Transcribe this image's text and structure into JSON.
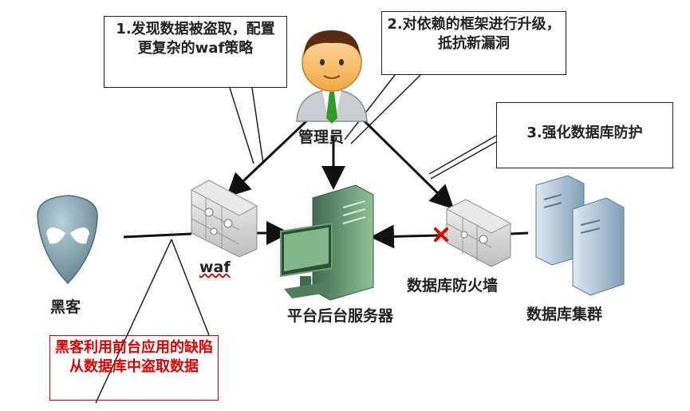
{
  "callouts": {
    "step1": "1.发现数据被盗取，配置更复杂的waf策略",
    "step2": "2.对依赖的框架进行升级，抵抗新漏洞",
    "step3": "3.强化数据库防护",
    "attack": "黑客利用前台应用的缺陷从数据库中盗取数据"
  },
  "nodes": {
    "admin": "管理员",
    "hacker": "黑客",
    "waf": "waf",
    "server": "平台后台服务器",
    "db_firewall": "数据库防火墙",
    "db_cluster": "数据库集群"
  },
  "colors": {
    "attack": "#e00000",
    "arrow": "#111111",
    "shirt": "#2f9a2a",
    "server": "#5f8f6b",
    "db": "#7f9fb8",
    "alien": "#6f8e9a"
  }
}
